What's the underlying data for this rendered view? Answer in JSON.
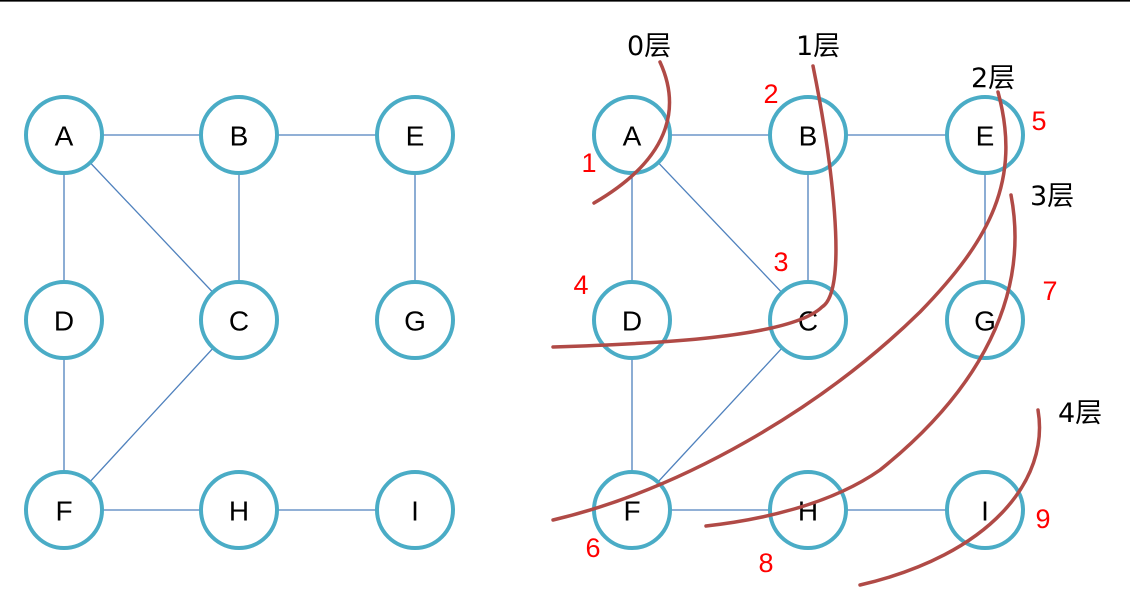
{
  "colors": {
    "node_stroke": "#4aacc6",
    "edge": "#4f81bd",
    "curve": "#b04a46",
    "order": "#ff0000",
    "top_rule": "#000000"
  },
  "graph_left": {
    "nodes": [
      {
        "id": "A",
        "label": "A"
      },
      {
        "id": "B",
        "label": "B"
      },
      {
        "id": "E",
        "label": "E"
      },
      {
        "id": "D",
        "label": "D"
      },
      {
        "id": "C",
        "label": "C"
      },
      {
        "id": "G",
        "label": "G"
      },
      {
        "id": "F",
        "label": "F"
      },
      {
        "id": "H",
        "label": "H"
      },
      {
        "id": "I",
        "label": "I"
      }
    ],
    "edges": [
      [
        "A",
        "B"
      ],
      [
        "B",
        "E"
      ],
      [
        "A",
        "D"
      ],
      [
        "A",
        "C"
      ],
      [
        "B",
        "C"
      ],
      [
        "E",
        "G"
      ],
      [
        "D",
        "F"
      ],
      [
        "C",
        "F"
      ],
      [
        "F",
        "H"
      ],
      [
        "H",
        "I"
      ]
    ]
  },
  "graph_right": {
    "nodes": [
      {
        "id": "A",
        "label": "A",
        "order": "1"
      },
      {
        "id": "B",
        "label": "B",
        "order": "2"
      },
      {
        "id": "E",
        "label": "E",
        "order": "5"
      },
      {
        "id": "D",
        "label": "D",
        "order": "4"
      },
      {
        "id": "C",
        "label": "C",
        "order": "3"
      },
      {
        "id": "G",
        "label": "G",
        "order": "7"
      },
      {
        "id": "F",
        "label": "F",
        "order": "6"
      },
      {
        "id": "H",
        "label": "H",
        "order": "8"
      },
      {
        "id": "I",
        "label": "I",
        "order": "9"
      }
    ],
    "edges": [
      [
        "A",
        "B"
      ],
      [
        "B",
        "E"
      ],
      [
        "A",
        "D"
      ],
      [
        "A",
        "C"
      ],
      [
        "B",
        "C"
      ],
      [
        "E",
        "G"
      ],
      [
        "D",
        "F"
      ],
      [
        "C",
        "F"
      ],
      [
        "F",
        "H"
      ],
      [
        "H",
        "I"
      ]
    ],
    "layers": [
      {
        "label": "0层"
      },
      {
        "label": "1层"
      },
      {
        "label": "2层"
      },
      {
        "label": "3层"
      },
      {
        "label": "4层"
      }
    ]
  }
}
